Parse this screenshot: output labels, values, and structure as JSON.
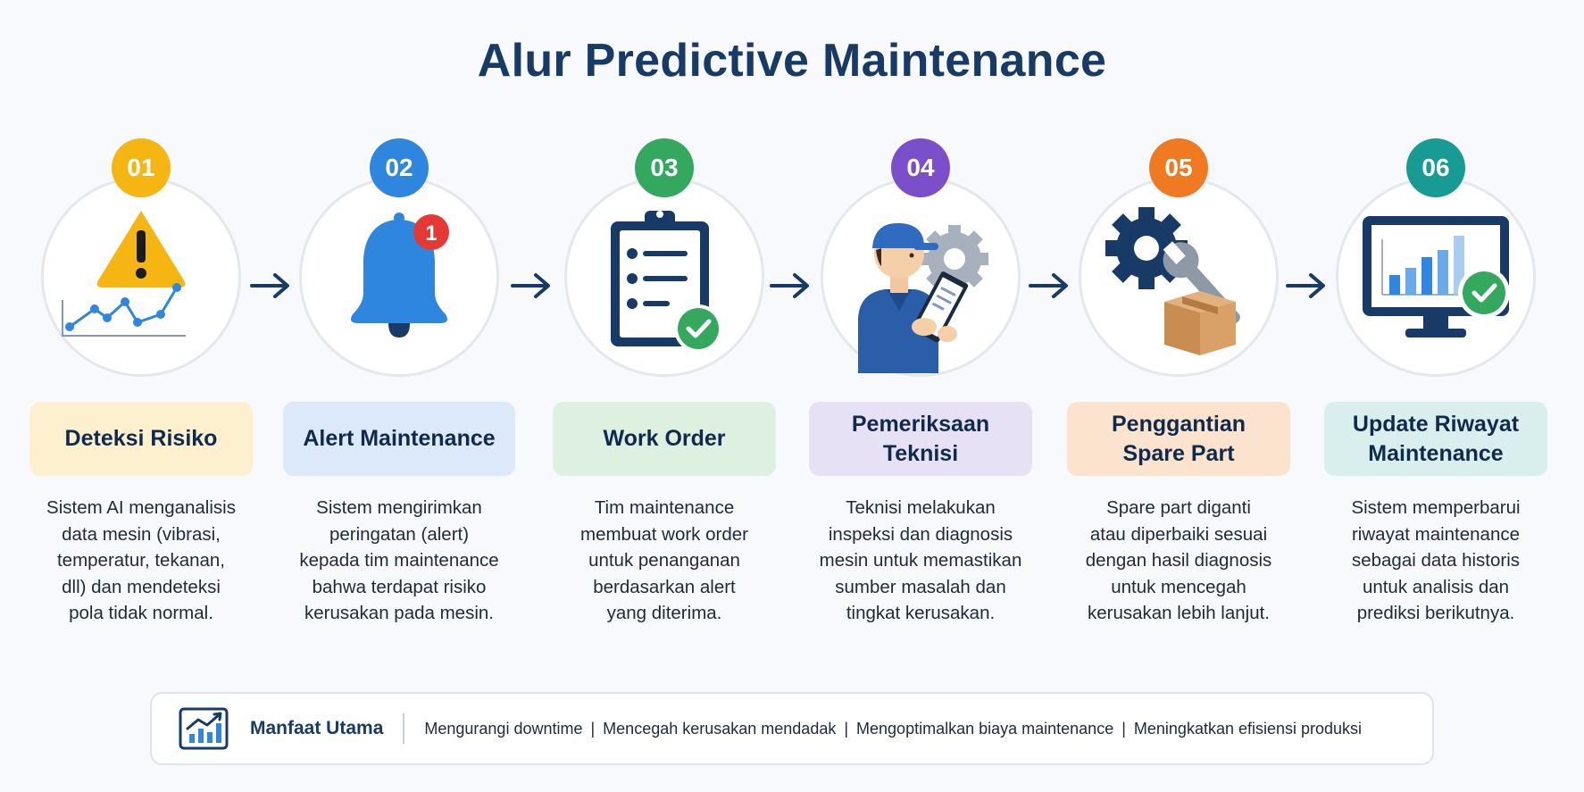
{
  "title": "Alur Predictive Maintenance",
  "colors": {
    "step1": "#f5b614",
    "step2": "#2f86de",
    "step3": "#35a860",
    "step4": "#7b4fc9",
    "step5": "#f07a22",
    "step6": "#199b95",
    "navy": "#173b66"
  },
  "steps": [
    {
      "number": "01",
      "label": "Deteksi Risiko",
      "icon": "warning-chart-icon",
      "description": [
        "Sistem AI menganalisis",
        "data mesin (vibrasi,",
        "temperatur, tekanan,",
        "dll) dan mendeteksi",
        "pola tidak normal."
      ]
    },
    {
      "number": "02",
      "label": "Alert Maintenance",
      "icon": "bell-alert-icon",
      "notification_count": "1",
      "description": [
        "Sistem mengirimkan",
        "peringatan (alert)",
        "kepada tim maintenance",
        "bahwa terdapat risiko",
        "kerusakan pada mesin."
      ]
    },
    {
      "number": "03",
      "label": "Work Order",
      "icon": "clipboard-check-icon",
      "description": [
        "Tim maintenance",
        "membuat work order",
        "untuk penanganan",
        "berdasarkan alert",
        "yang diterima."
      ]
    },
    {
      "number": "04",
      "label_lines": [
        "Pemeriksaan",
        "Teknisi"
      ],
      "icon": "technician-icon",
      "description": [
        "Teknisi melakukan",
        "inspeksi dan diagnosis",
        "mesin untuk memastikan",
        "sumber masalah dan",
        "tingkat kerusakan."
      ]
    },
    {
      "number": "05",
      "label_lines": [
        "Penggantian",
        "Spare Part"
      ],
      "icon": "gear-wrench-box-icon",
      "description": [
        "Spare part diganti",
        "atau diperbaiki sesuai",
        "dengan hasil diagnosis",
        "untuk mencegah",
        "kerusakan lebih lanjut."
      ]
    },
    {
      "number": "06",
      "label_lines": [
        "Update Riwayat",
        "Maintenance"
      ],
      "icon": "monitor-check-icon",
      "description": [
        "Sistem memperbarui",
        "riwayat maintenance",
        "sebagai data historis",
        "untuk analisis dan",
        "prediksi berikutnya."
      ]
    }
  ],
  "benefits": {
    "title": "Manfaat Utama",
    "icon": "growth-chart-icon",
    "items": [
      "Mengurangi downtime",
      "Mencegah kerusakan mendadak",
      "Mengoptimalkan biaya maintenance",
      "Meningkatkan efisiensi produksi"
    ]
  }
}
